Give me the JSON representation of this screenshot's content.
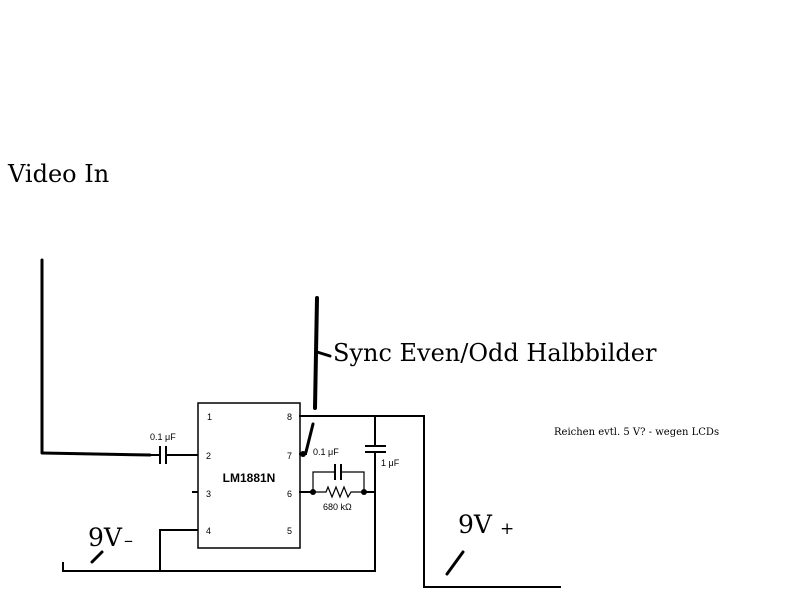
{
  "labels": {
    "video_in": "Video In",
    "sync": "Sync Even/Odd Halbbilder",
    "note": "Reichen evtl. 5 V? - wegen LCDs",
    "v_minus": "9V",
    "v_minus_sign": "–",
    "v_plus": "9V",
    "v_plus_sign": "+"
  },
  "chip": {
    "name": "LM1881N",
    "pins": [
      "1",
      "2",
      "3",
      "4",
      "5",
      "6",
      "7",
      "8"
    ]
  },
  "components": {
    "c_input": "0.1 μF",
    "c_pin7": "0.1 μF",
    "c_pin8": "1 μF",
    "r_pin6": "680 kΩ"
  }
}
